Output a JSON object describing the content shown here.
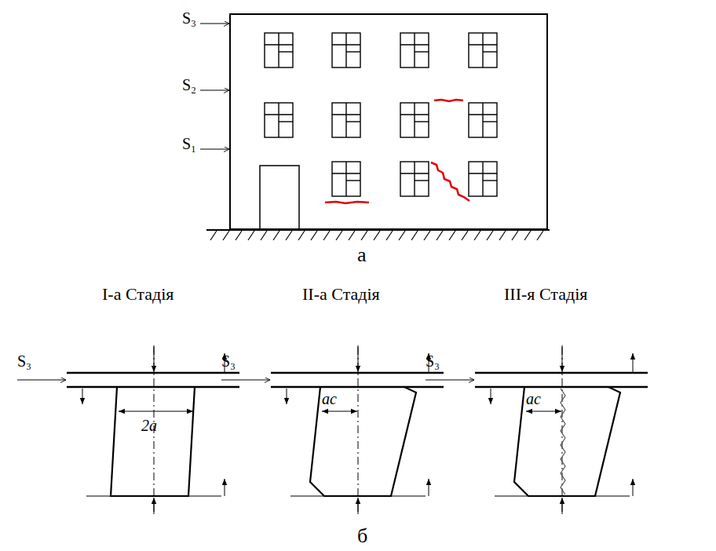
{
  "diagram": {
    "labels": [
      "S₃",
      "S₂",
      "S₁",
      "а",
      "І-а Стадія",
      "ІІ-а Стадія",
      "ІІІ-я Стадія",
      "S₃",
      "2a",
      "S₃",
      "ac",
      "S₃",
      "ac",
      "б"
    ]
  }
}
